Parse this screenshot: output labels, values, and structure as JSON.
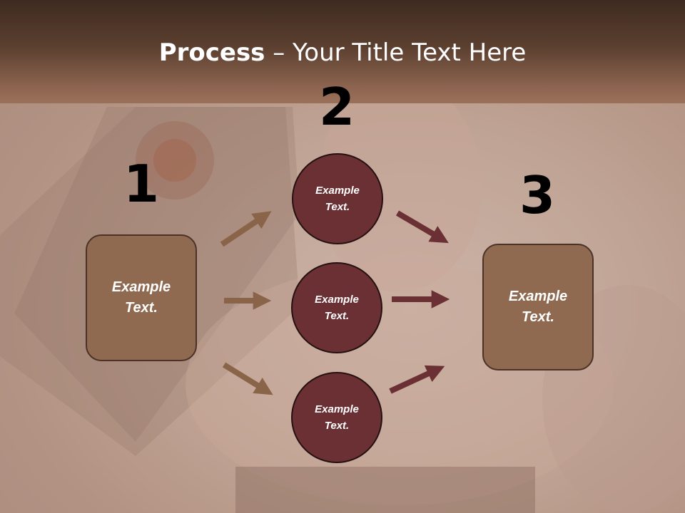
{
  "title": {
    "bold": "Process",
    "rest": " – Your Title Text Here"
  },
  "steps": [
    {
      "number": "1",
      "box_text": "Example\nText."
    },
    {
      "number": "2"
    },
    {
      "number": "3",
      "box_text": "Example\nText."
    }
  ],
  "circles": [
    {
      "text": "Example\nText."
    },
    {
      "text": "Example\nText."
    },
    {
      "text": "Example\nText."
    }
  ],
  "colors": {
    "header": "#5b3f2f",
    "box_fill": "#8f6a51",
    "circle_fill": "#6b3034",
    "arrow_left": "#8a6448",
    "arrow_right": "#6b3034"
  }
}
